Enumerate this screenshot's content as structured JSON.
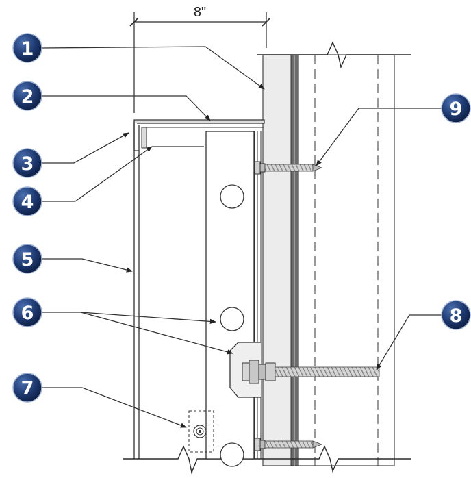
{
  "dimension": {
    "label": "8\""
  },
  "callouts": [
    {
      "id": "callout-1",
      "number": "1"
    },
    {
      "id": "callout-2",
      "number": "2"
    },
    {
      "id": "callout-3",
      "number": "3"
    },
    {
      "id": "callout-4",
      "number": "4"
    },
    {
      "id": "callout-5",
      "number": "5"
    },
    {
      "id": "callout-6",
      "number": "6"
    },
    {
      "id": "callout-7",
      "number": "7"
    },
    {
      "id": "callout-8",
      "number": "8"
    },
    {
      "id": "callout-9",
      "number": "9"
    }
  ],
  "colors": {
    "callout_fill": "#1f3b73",
    "callout_ring": "#9db0d3",
    "wall_panel": "#ececec",
    "fastener": "#b8b8b8"
  }
}
